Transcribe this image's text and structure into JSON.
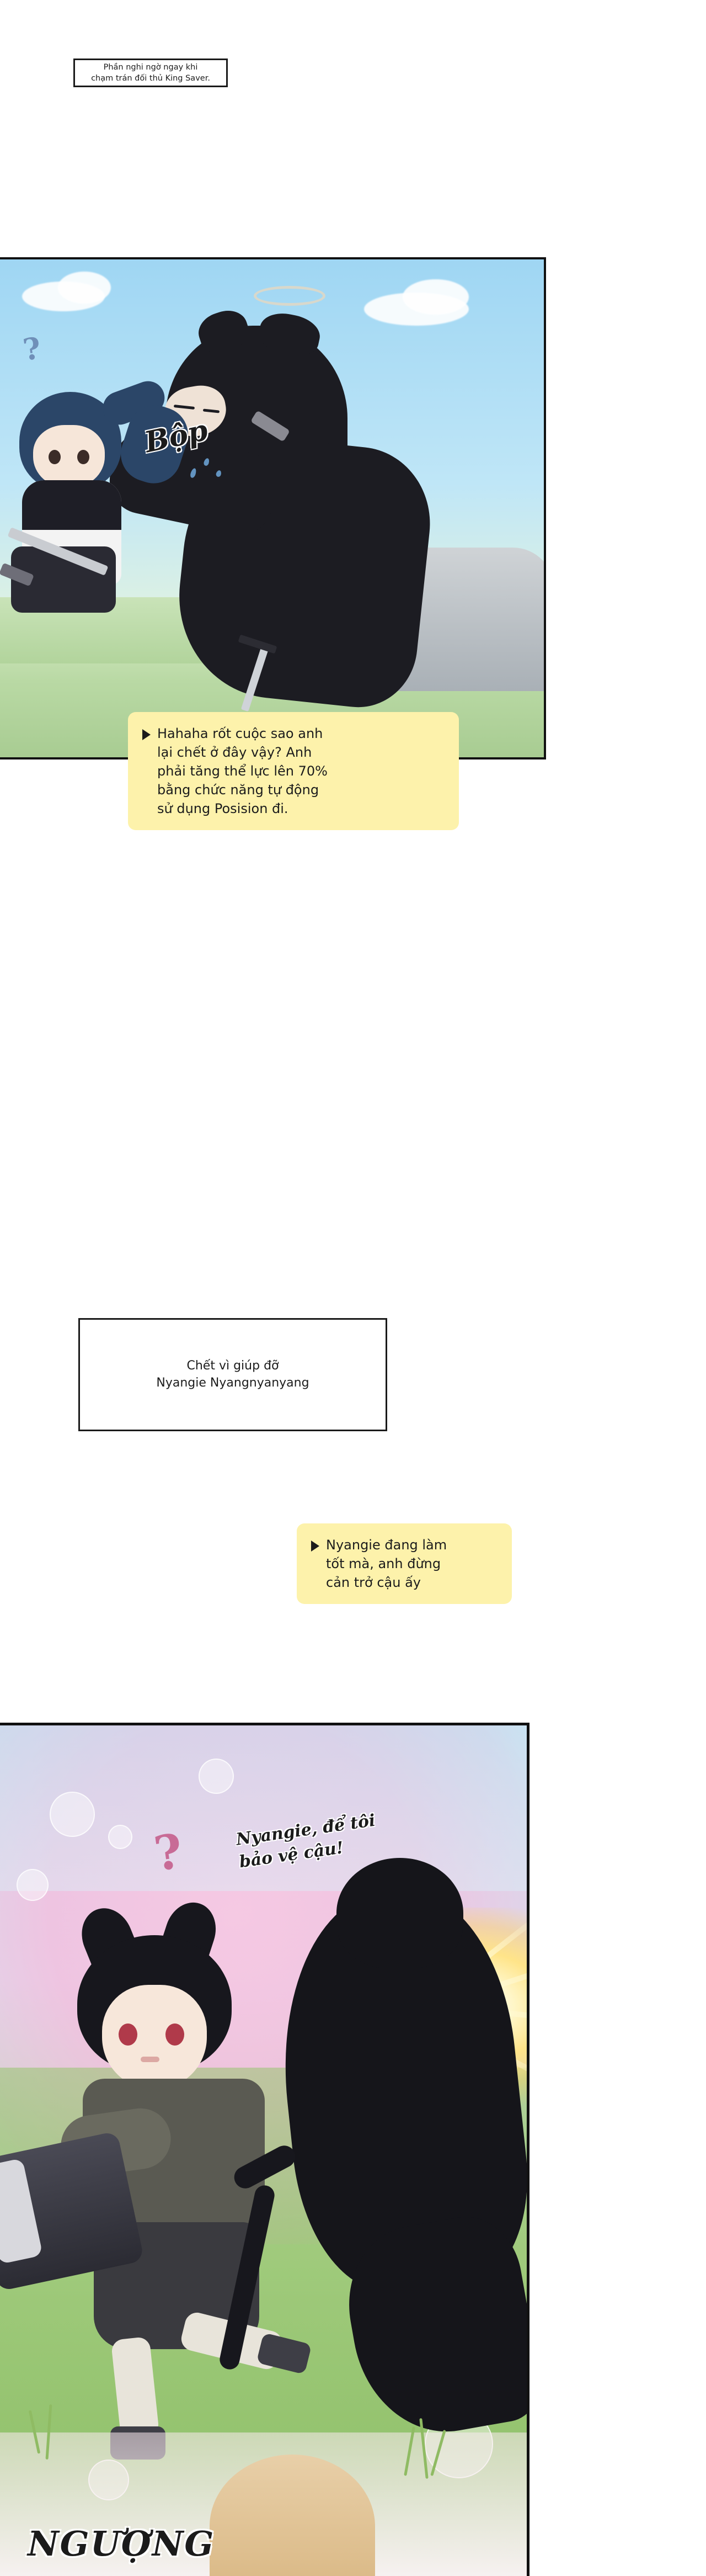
{
  "meta": {
    "kind": "webtoon-comic-page",
    "language": "Vietnamese"
  },
  "captions": [
    {
      "id": "caption-king-saver",
      "text": "Phần nghi ngờ ngay khi\nchạm trán đối thủ King Saver."
    },
    {
      "id": "caption-chet-vi-giup-do",
      "text": "Chết vì giúp đỡ\nNyangie Nyangnyanyang"
    }
  ],
  "bubbles": [
    {
      "id": "bubble-hahaha",
      "text": "Hahaha rốt cuộc sao anh\nlại chết ở đây vậy? Anh\nphải tăng thể lực lên 70%\nbằng chức năng tự động\nsử dụng Posision đi."
    },
    {
      "id": "bubble-nyangie-tot-ma",
      "text": "Nyangie đang làm\ntốt mà, anh đừng\ncản trở cậu ấy"
    }
  ],
  "sfx": {
    "ban": "Bộp",
    "nyangie_de_toi": "Nyangie, để tôi\nbảo vệ cậu!",
    "nguong": "NGƯỢNG",
    "question_mark": "?"
  },
  "colors": {
    "bubble_yellow": "#fdf2ab",
    "panel_border": "#111111",
    "text": "#1c1c1c",
    "sky": "#9fd6f3",
    "grass": "#a8cc92",
    "pink_glow": "#f4badc",
    "dark_figure": "#15151a",
    "flash_yellow": "#ffe489"
  }
}
